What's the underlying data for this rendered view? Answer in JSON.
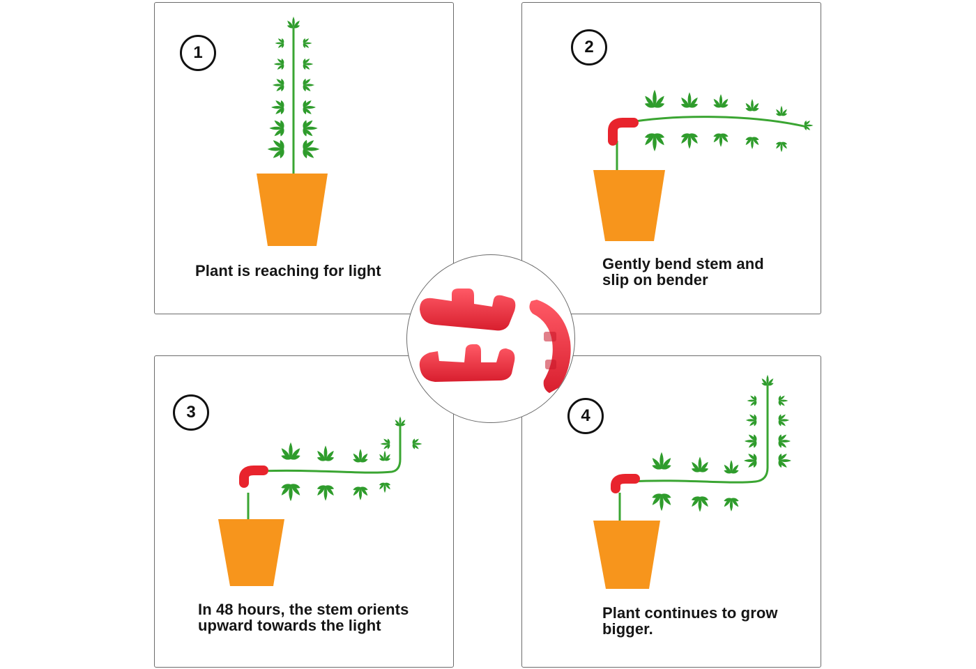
{
  "steps": [
    {
      "number": "1",
      "caption": [
        "Plant is reaching for light"
      ]
    },
    {
      "number": "2",
      "caption": [
        "Gently bend stem and",
        "slip on bender"
      ]
    },
    {
      "number": "3",
      "caption": [
        "In 48 hours, the stem orients",
        "upward towards the light"
      ]
    },
    {
      "number": "4",
      "caption": [
        "Plant continues to grow",
        "bigger."
      ]
    }
  ],
  "center_image": {
    "subject": "red-plastic-stem-benders"
  },
  "colors": {
    "leaf": "#2f9c2c",
    "stem": "#3aa532",
    "pot": "#f7951c",
    "bender": "#e8242d",
    "text": "#151515",
    "border": "#6b6b6b"
  }
}
